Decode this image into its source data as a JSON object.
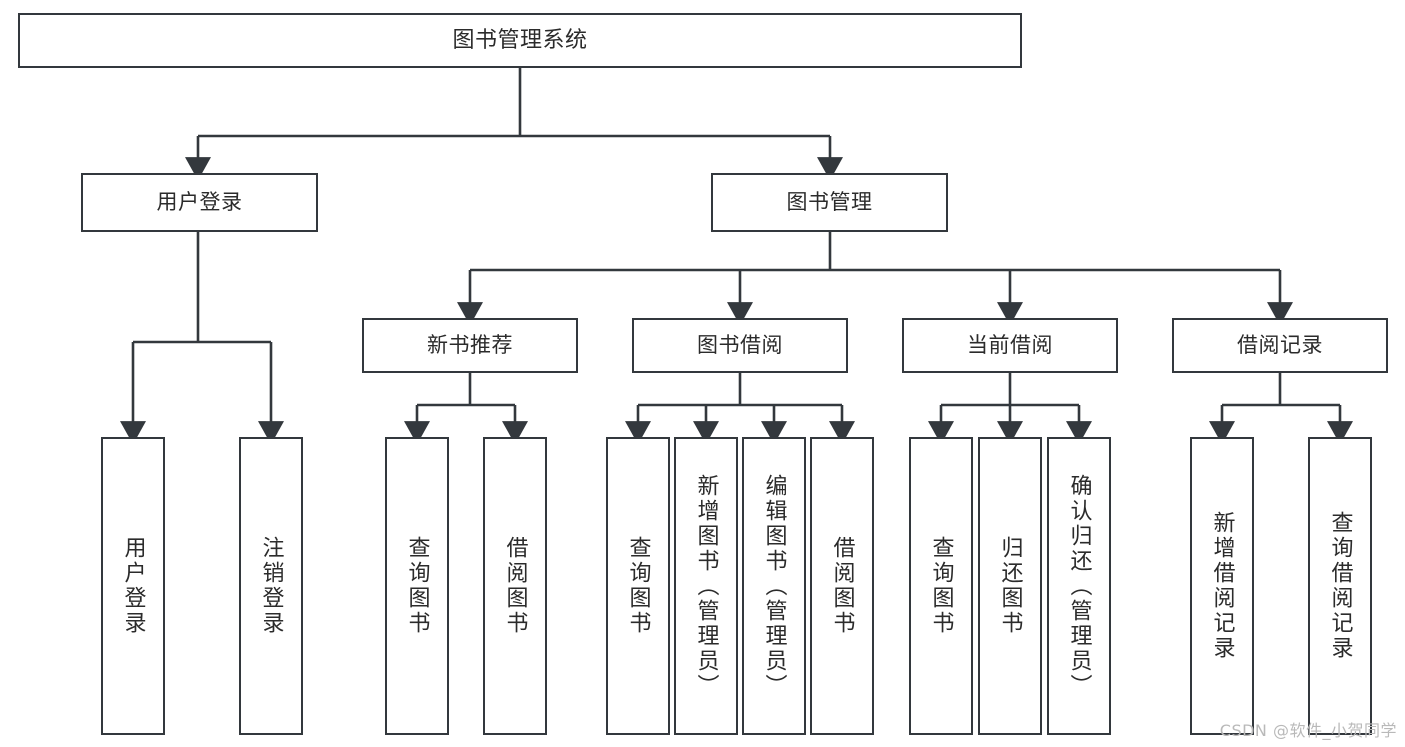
{
  "diagram": {
    "title": "图书管理系统",
    "stroke_color": "#33383d",
    "text_color": "#2b2b2b",
    "background": "#ffffff",
    "levels": {
      "root": {
        "label": "图书管理系统"
      },
      "level1": [
        {
          "label": "用户登录"
        },
        {
          "label": "图书管理"
        }
      ],
      "level2": [
        {
          "label": "新书推荐"
        },
        {
          "label": "图书借阅"
        },
        {
          "label": "当前借阅"
        },
        {
          "label": "借阅记录"
        }
      ],
      "leaves": {
        "user_login": [
          {
            "label": "用户登录"
          },
          {
            "label": "注销登录"
          }
        ],
        "new_book_recommend": [
          {
            "label": "查询图书"
          },
          {
            "label": "借阅图书"
          }
        ],
        "book_borrow": [
          {
            "label": "查询图书"
          },
          {
            "label": "新增图书（管理员）"
          },
          {
            "label": "编辑图书（管理员）"
          },
          {
            "label": "借阅图书"
          }
        ],
        "current_borrow": [
          {
            "label": "查询图书"
          },
          {
            "label": "归还图书"
          },
          {
            "label": "确认归还（管理员）"
          }
        ],
        "borrow_record": [
          {
            "label": "新增借阅记录"
          },
          {
            "label": "查询借阅记录"
          }
        ]
      }
    }
  },
  "watermark": {
    "text": "CSDN @软件_小贺同学"
  }
}
